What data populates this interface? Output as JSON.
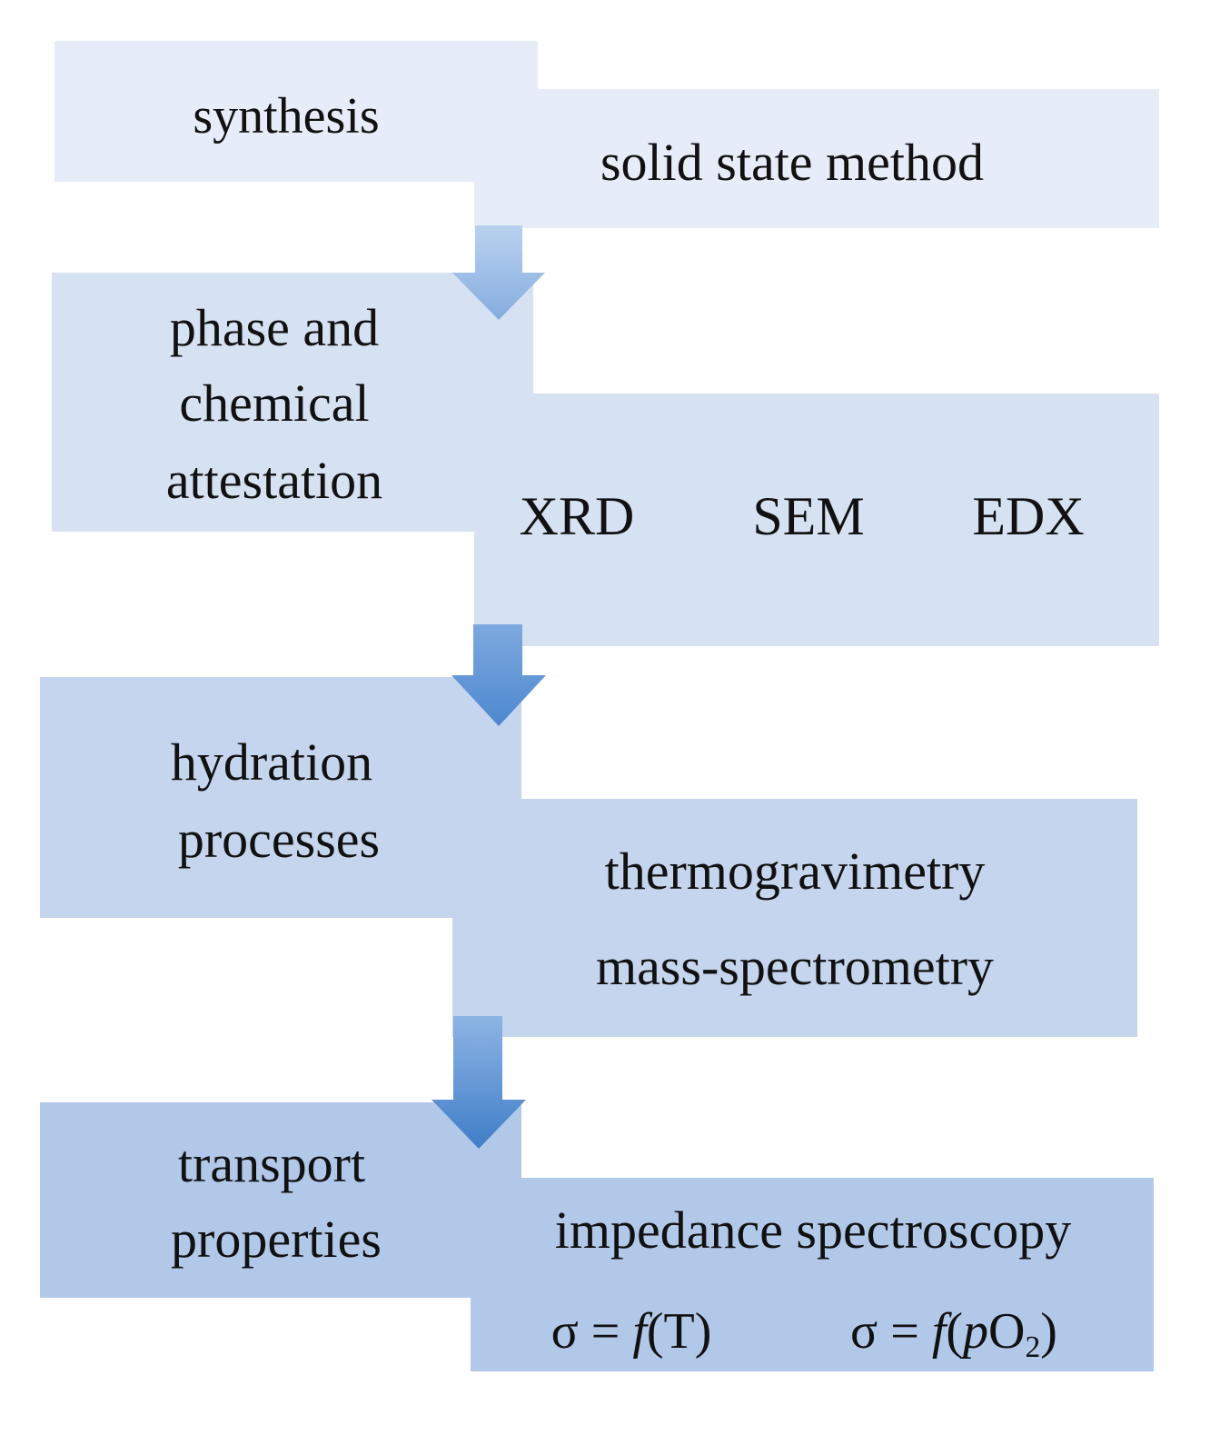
{
  "steps": [
    {
      "title_lines": [
        "synthesis"
      ],
      "detail_lines": [
        "solid state method"
      ],
      "color": "#e6edf8"
    },
    {
      "title_lines": [
        "phase and",
        "chemical",
        "attestation"
      ],
      "methods": [
        "XRD",
        "SEM",
        "EDX"
      ],
      "color": "#d6e1f2"
    },
    {
      "title_lines": [
        "hydration",
        "processes"
      ],
      "detail_lines": [
        "thermogravimetry",
        "mass-spectrometry"
      ],
      "color": "#c6d5ee"
    },
    {
      "title_lines": [
        "transport",
        "properties"
      ],
      "detail_lines": [
        "impedance spectroscopy"
      ],
      "formulas": [
        {
          "prefix": "σ = ",
          "func": "f",
          "arg_open": "(T)",
          "arg_italic": "",
          "arg_mid": "",
          "sub": "",
          "close": ""
        },
        {
          "prefix": "σ = ",
          "func": "f",
          "arg_open": "(",
          "arg_italic": "p",
          "arg_mid": "O",
          "sub": "2",
          "close": ")"
        }
      ],
      "color": "#b2c8e9"
    }
  ],
  "arrow_colors": {
    "top": "#a9c6ea",
    "bottom": "#4a86cc"
  }
}
